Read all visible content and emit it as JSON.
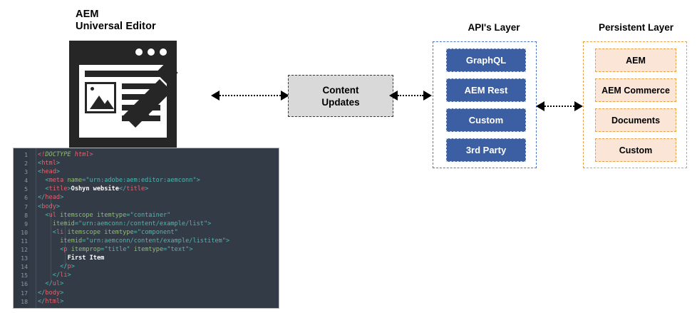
{
  "editor": {
    "title_line1": "AEM",
    "title_line2": "Universal Editor",
    "icon_name": "browser-window-with-pencil-icon"
  },
  "code": {
    "lines": [
      {
        "n": "1",
        "indent": 0,
        "tokens": [
          {
            "t": "<!",
            "c": "t-doc2"
          },
          {
            "t": "DOCTYPE ",
            "c": "t-doc"
          },
          {
            "t": "html",
            "c": "t-doc2"
          },
          {
            "t": ">",
            "c": "t-doc2"
          }
        ]
      },
      {
        "n": "2",
        "indent": 0,
        "tokens": [
          {
            "t": "<",
            "c": "t-punc"
          },
          {
            "t": "html",
            "c": "t-tag"
          },
          {
            "t": ">",
            "c": "t-punc"
          }
        ]
      },
      {
        "n": "3",
        "indent": 0,
        "tokens": [
          {
            "t": "<",
            "c": "t-punc"
          },
          {
            "t": "head",
            "c": "t-tag"
          },
          {
            "t": ">",
            "c": "t-punc"
          }
        ]
      },
      {
        "n": "4",
        "indent": 2,
        "tokens": [
          {
            "t": "<",
            "c": "t-punc"
          },
          {
            "t": "meta",
            "c": "t-tag"
          },
          {
            "t": " name",
            "c": "t-attr"
          },
          {
            "t": "=",
            "c": "t-punc"
          },
          {
            "t": "\"urn:adobe:aem:editor:aemconn\"",
            "c": "t-str"
          },
          {
            "t": ">",
            "c": "t-punc"
          }
        ]
      },
      {
        "n": "5",
        "indent": 2,
        "tokens": [
          {
            "t": "<",
            "c": "t-punc"
          },
          {
            "t": "title",
            "c": "t-tag"
          },
          {
            "t": ">",
            "c": "t-punc"
          },
          {
            "t": "Oshyn website",
            "c": "t-txt"
          },
          {
            "t": "</",
            "c": "t-punc"
          },
          {
            "t": "title",
            "c": "t-tag"
          },
          {
            "t": ">",
            "c": "t-punc"
          }
        ]
      },
      {
        "n": "6",
        "indent": 0,
        "tokens": [
          {
            "t": "</",
            "c": "t-punc"
          },
          {
            "t": "head",
            "c": "t-tag"
          },
          {
            "t": ">",
            "c": "t-punc"
          }
        ]
      },
      {
        "n": "7",
        "indent": 0,
        "tokens": [
          {
            "t": "<",
            "c": "t-punc"
          },
          {
            "t": "body",
            "c": "t-tag"
          },
          {
            "t": ">",
            "c": "t-punc"
          }
        ]
      },
      {
        "n": "8",
        "indent": 2,
        "tokens": [
          {
            "t": "<",
            "c": "t-punc"
          },
          {
            "t": "ul",
            "c": "t-tag"
          },
          {
            "t": " itemscope itemtype",
            "c": "t-attr"
          },
          {
            "t": "=",
            "c": "t-punc"
          },
          {
            "t": "\"container\"",
            "c": "t-str"
          }
        ]
      },
      {
        "n": "9",
        "indent": 4,
        "tokens": [
          {
            "t": "itemid",
            "c": "t-attr"
          },
          {
            "t": "=",
            "c": "t-punc"
          },
          {
            "t": "\"urn:aemconn:/content/example/list\"",
            "c": "t-str"
          },
          {
            "t": ">",
            "c": "t-punc"
          }
        ]
      },
      {
        "n": "10",
        "indent": 4,
        "tokens": [
          {
            "t": "<",
            "c": "t-punc"
          },
          {
            "t": "li",
            "c": "t-tag"
          },
          {
            "t": " itemscope itemtype",
            "c": "t-attr"
          },
          {
            "t": "=",
            "c": "t-punc"
          },
          {
            "t": "\"component\"",
            "c": "t-str"
          }
        ]
      },
      {
        "n": "11",
        "indent": 6,
        "tokens": [
          {
            "t": "itemid",
            "c": "t-attr"
          },
          {
            "t": "=",
            "c": "t-punc"
          },
          {
            "t": "\"urn:aemconn/content/example/listitem\"",
            "c": "t-str"
          },
          {
            "t": ">",
            "c": "t-punc"
          }
        ]
      },
      {
        "n": "12",
        "indent": 6,
        "tokens": [
          {
            "t": "<",
            "c": "t-punc"
          },
          {
            "t": "p",
            "c": "t-tag"
          },
          {
            "t": " itemprop",
            "c": "t-attr"
          },
          {
            "t": "=",
            "c": "t-punc"
          },
          {
            "t": "\"title\"",
            "c": "t-str"
          },
          {
            "t": " itemtype",
            "c": "t-attr"
          },
          {
            "t": "=",
            "c": "t-punc"
          },
          {
            "t": "\"text\"",
            "c": "t-str"
          },
          {
            "t": ">",
            "c": "t-punc"
          }
        ]
      },
      {
        "n": "13",
        "indent": 8,
        "tokens": [
          {
            "t": "First Item",
            "c": "t-txt"
          }
        ]
      },
      {
        "n": "14",
        "indent": 6,
        "tokens": [
          {
            "t": "</",
            "c": "t-punc"
          },
          {
            "t": "p",
            "c": "t-tag"
          },
          {
            "t": ">",
            "c": "t-punc"
          }
        ]
      },
      {
        "n": "15",
        "indent": 4,
        "tokens": [
          {
            "t": "</",
            "c": "t-punc"
          },
          {
            "t": "li",
            "c": "t-tag"
          },
          {
            "t": ">",
            "c": "t-punc"
          }
        ]
      },
      {
        "n": "16",
        "indent": 2,
        "tokens": [
          {
            "t": "</",
            "c": "t-punc"
          },
          {
            "t": "ul",
            "c": "t-tag"
          },
          {
            "t": ">",
            "c": "t-punc"
          }
        ]
      },
      {
        "n": "17",
        "indent": 0,
        "tokens": [
          {
            "t": "</",
            "c": "t-punc"
          },
          {
            "t": "body",
            "c": "t-tag"
          },
          {
            "t": ">",
            "c": "t-punc"
          }
        ]
      },
      {
        "n": "18",
        "indent": 0,
        "tokens": [
          {
            "t": "</",
            "c": "t-punc"
          },
          {
            "t": "html",
            "c": "t-tag"
          },
          {
            "t": ">",
            "c": "t-punc"
          }
        ]
      }
    ]
  },
  "content_updates": {
    "line1": "Content",
    "line2": "Updates"
  },
  "api_layer": {
    "title": "API's Layer",
    "boxes": [
      "GraphQL",
      "AEM Rest",
      "Custom",
      "3rd Party"
    ]
  },
  "persistent_layer": {
    "title": "Persistent Layer",
    "boxes": [
      "AEM",
      "AEM\nCommerce",
      "Documents",
      "Custom"
    ]
  },
  "arrows": [
    {
      "name": "arrow-editor-content",
      "type": "bidirectional-dotted"
    },
    {
      "name": "arrow-content-api",
      "type": "bidirectional-dotted"
    },
    {
      "name": "arrow-api-persistent",
      "type": "bidirectional-dotted"
    }
  ],
  "colors": {
    "api_box_fill": "#3c5fa4",
    "api_border": "#4e79c6",
    "persistent_box_fill": "#fbe5d6",
    "persistent_border": "#e9a140",
    "content_box_fill": "#d9d9d9",
    "code_bg": "#333b47",
    "icon_dark": "#262626"
  }
}
